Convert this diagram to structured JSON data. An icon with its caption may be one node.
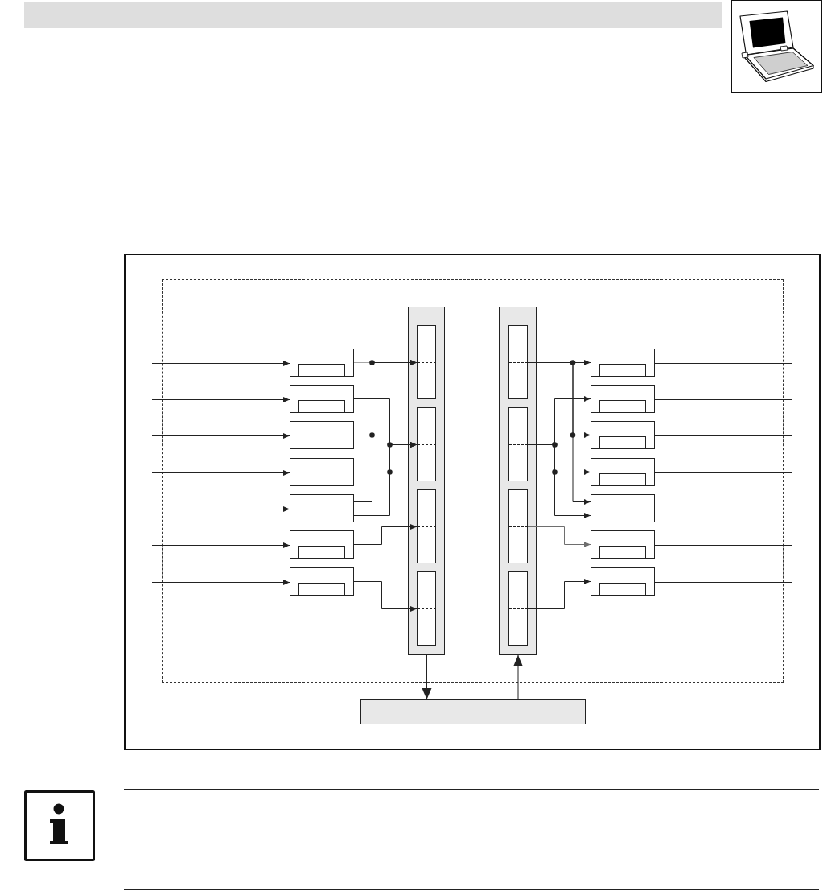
{
  "diagram": {
    "nodes": [
      {
        "text": [],
        "shape": "box"
      },
      {
        "text": [],
        "shape": "box",
        "in": 0
      },
      {
        "text": [],
        "shape": "box",
        "in": 1
      },
      {
        "text": [],
        "shape": "box",
        "in": 0
      },
      {
        "text": [],
        "shape": "box",
        "in": 3
      },
      {
        "text": [],
        "shape": "box",
        "in": 0
      },
      {
        "text": [],
        "shape": "box",
        "in": 0
      },
      {
        "text": [],
        "shape": "box",
        "in": 0
      },
      {
        "text": [],
        "shape": "box",
        "in": 0
      },
      {
        "text": [],
        "shape": "box",
        "in": 8
      },
      {
        "text": [],
        "shape": "box",
        "in": 0
      },
      {
        "text": [],
        "shape": "box",
        "in": 10
      },
      {
        "text": [],
        "shape": "bar",
        "in": 0
      },
      {
        "text": [],
        "shape": "box",
        "in": 12
      },
      {
        "text": [],
        "shape": "box",
        "in": 12
      },
      {
        "text": [],
        "shape": "box",
        "in": 12
      },
      {
        "text": [],
        "shape": "box",
        "in": 12
      },
      {
        "text": [],
        "shape": "bar",
        "in": 0
      },
      {
        "text": [],
        "shape": "box",
        "in": 17
      },
      {
        "text": [],
        "shape": "box",
        "in": 17
      },
      {
        "text": [],
        "shape": "box",
        "in": 17
      },
      {
        "text": [],
        "shape": "box",
        "in": 17
      },
      {
        "text": [],
        "shape": "box",
        "in": 0
      },
      {
        "text": [],
        "shape": "box",
        "in": 22
      },
      {
        "text": [],
        "shape": "box",
        "in": 0
      },
      {
        "text": [],
        "shape": "box",
        "in": 24
      },
      {
        "text": [],
        "shape": "box",
        "in": 0
      },
      {
        "text": [],
        "shape": "box",
        "in": 26
      },
      {
        "text": [],
        "shape": "box",
        "in": 0
      },
      {
        "text": [],
        "shape": "box",
        "in": 28
      },
      {
        "text": [],
        "shape": "box",
        "in": 0
      },
      {
        "text": [],
        "shape": "box",
        "in": 0
      },
      {
        "text": [],
        "shape": "box",
        "in": 31
      },
      {
        "text": [],
        "shape": "box",
        "in": 0
      },
      {
        "text": [],
        "shape": "box",
        "in": 33
      },
      {
        "text": [],
        "shape": "bar"
      }
    ],
    "edges": [
      {
        "from": null,
        "to": 1,
        "arrow": "to"
      },
      {
        "from": null,
        "to": 3,
        "arrow": "to"
      },
      {
        "from": null,
        "to": 5,
        "arrow": "to"
      },
      {
        "from": null,
        "to": 6,
        "arrow": "to"
      },
      {
        "from": null,
        "to": 7,
        "arrow": "to"
      },
      {
        "from": null,
        "to": 8,
        "arrow": "to"
      },
      {
        "from": null,
        "to": 10,
        "arrow": "to"
      },
      {
        "from": 1,
        "to": 13,
        "arrow": "to",
        "color": "#a6a6a6"
      },
      {
        "from": 5,
        "to": 13,
        "arrow": "to"
      },
      {
        "from": 7,
        "to": 13,
        "arrow": "to"
      },
      {
        "from": 3,
        "to": 14,
        "arrow": "to"
      },
      {
        "from": 6,
        "to": 14,
        "arrow": "to"
      },
      {
        "from": 7,
        "to": 14,
        "arrow": "to"
      },
      {
        "from": 8,
        "to": 15,
        "arrow": "to"
      },
      {
        "from": 10,
        "to": 16,
        "arrow": "to"
      },
      {
        "from": 18,
        "to": 22,
        "arrow": "to"
      },
      {
        "from": 18,
        "to": 26,
        "arrow": "to"
      },
      {
        "from": 18,
        "to": 30,
        "arrow": "to"
      },
      {
        "from": 19,
        "to": 24,
        "arrow": "to"
      },
      {
        "from": 19,
        "to": 28,
        "arrow": "to"
      },
      {
        "from": 19,
        "to": 30,
        "arrow": "to"
      },
      {
        "from": 20,
        "to": 31,
        "arrow": "to",
        "color": "#6e6e6e"
      },
      {
        "from": 21,
        "to": 33,
        "arrow": "to"
      },
      {
        "from": 22,
        "to": null,
        "arrow": "none"
      },
      {
        "from": 24,
        "to": null,
        "arrow": "none"
      },
      {
        "from": 26,
        "to": null,
        "arrow": "none"
      },
      {
        "from": 28,
        "to": null,
        "arrow": "none"
      },
      {
        "from": 30,
        "to": null,
        "arrow": "none"
      },
      {
        "from": 31,
        "to": null,
        "arrow": "none"
      },
      {
        "from": 33,
        "to": null,
        "arrow": "none"
      },
      {
        "from": 12,
        "to": 35,
        "arrow": "to"
      },
      {
        "from": 35,
        "to": 17,
        "arrow": "to"
      }
    ]
  }
}
